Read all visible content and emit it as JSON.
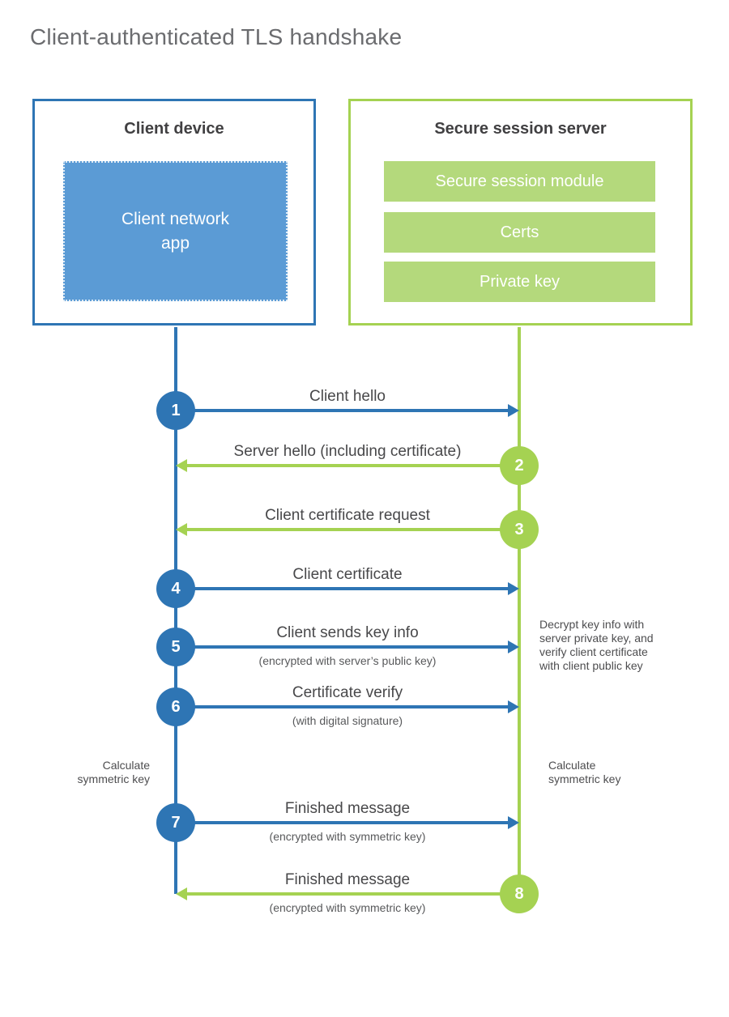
{
  "title": "Client-authenticated TLS handshake",
  "colors": {
    "blue": "#2e75b4",
    "blue_light": "#5b9bd5",
    "green": "#a5d252",
    "green_light": "#b4d97c"
  },
  "client": {
    "title": "Client device",
    "app_label": "Client network\napp"
  },
  "server": {
    "title": "Secure session server",
    "modules": [
      "Secure session module",
      "Certs",
      "Private key"
    ]
  },
  "steps": [
    {
      "num": "1",
      "from": "client",
      "to": "server",
      "label": "Client hello"
    },
    {
      "num": "2",
      "from": "server",
      "to": "client",
      "label": "Server hello (including certificate)"
    },
    {
      "num": "3",
      "from": "server",
      "to": "client",
      "label": "Client certificate request"
    },
    {
      "num": "4",
      "from": "client",
      "to": "server",
      "label": "Client certificate"
    },
    {
      "num": "5",
      "from": "client",
      "to": "server",
      "label": "Client sends key info",
      "sub": "(encrypted with server’s public key)"
    },
    {
      "num": "6",
      "from": "client",
      "to": "server",
      "label": "Certificate verify",
      "sub": "(with digital signature)"
    },
    {
      "num": "7",
      "from": "client",
      "to": "server",
      "label": "Finished message",
      "sub": "(encrypted with symmetric key)"
    },
    {
      "num": "8",
      "from": "server",
      "to": "client",
      "label": "Finished message",
      "sub": "(encrypted with symmetric key)"
    }
  ],
  "notes": {
    "server_decrypt": "Decrypt key info with\nserver private key, and\nverify client certificate\nwith client public key",
    "client_calculate": "Calculate\nsymmetric key",
    "server_calculate": "Calculate\nsymmetric key"
  }
}
